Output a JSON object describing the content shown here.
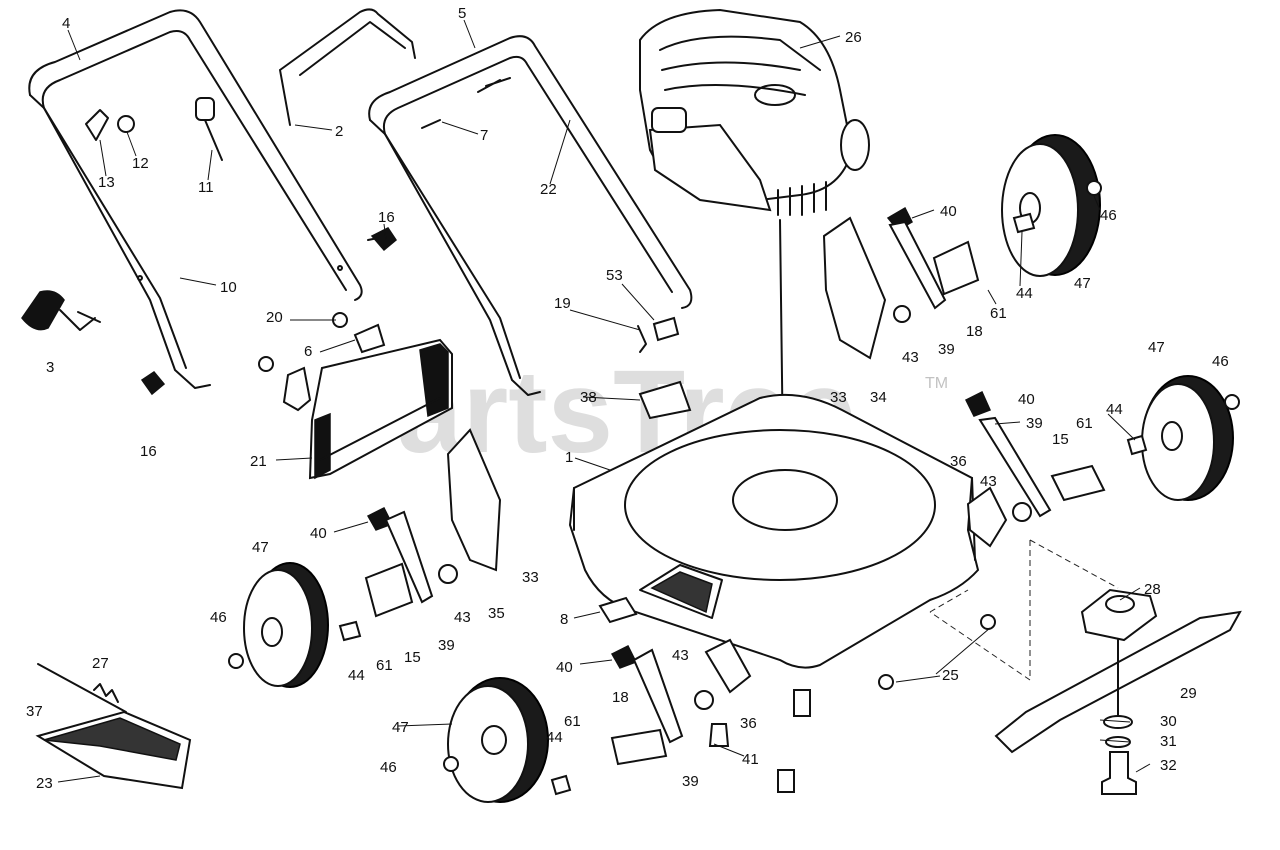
{
  "watermark": {
    "text": "PartsTree",
    "tm": "TM"
  },
  "callouts": [
    {
      "label": "4"
    },
    {
      "label": "5"
    },
    {
      "label": "26"
    },
    {
      "label": "2"
    },
    {
      "label": "7"
    },
    {
      "label": "12"
    },
    {
      "label": "13"
    },
    {
      "label": "11"
    },
    {
      "label": "22"
    },
    {
      "label": "16"
    },
    {
      "label": "40"
    },
    {
      "label": "46"
    },
    {
      "label": "47"
    },
    {
      "label": "10"
    },
    {
      "label": "53"
    },
    {
      "label": "44"
    },
    {
      "label": "61"
    },
    {
      "label": "18"
    },
    {
      "label": "39"
    },
    {
      "label": "43"
    },
    {
      "label": "20"
    },
    {
      "label": "19"
    },
    {
      "label": "3"
    },
    {
      "label": "6"
    },
    {
      "label": "33"
    },
    {
      "label": "34"
    },
    {
      "label": "47"
    },
    {
      "label": "46"
    },
    {
      "label": "40"
    },
    {
      "label": "38"
    },
    {
      "label": "39"
    },
    {
      "label": "16"
    },
    {
      "label": "44"
    },
    {
      "label": "61"
    },
    {
      "label": "15"
    },
    {
      "label": "36"
    },
    {
      "label": "43"
    },
    {
      "label": "21"
    },
    {
      "label": "1"
    },
    {
      "label": "40"
    },
    {
      "label": "47"
    },
    {
      "label": "33"
    },
    {
      "label": "28"
    },
    {
      "label": "46"
    },
    {
      "label": "43"
    },
    {
      "label": "39"
    },
    {
      "label": "35"
    },
    {
      "label": "8"
    },
    {
      "label": "61"
    },
    {
      "label": "15"
    },
    {
      "label": "44"
    },
    {
      "label": "27"
    },
    {
      "label": "29"
    },
    {
      "label": "25"
    },
    {
      "label": "43"
    },
    {
      "label": "40"
    },
    {
      "label": "37"
    },
    {
      "label": "18"
    },
    {
      "label": "36"
    },
    {
      "label": "30"
    },
    {
      "label": "47"
    },
    {
      "label": "61"
    },
    {
      "label": "44"
    },
    {
      "label": "31"
    },
    {
      "label": "41"
    },
    {
      "label": "46"
    },
    {
      "label": "32"
    },
    {
      "label": "39"
    },
    {
      "label": "23"
    }
  ]
}
